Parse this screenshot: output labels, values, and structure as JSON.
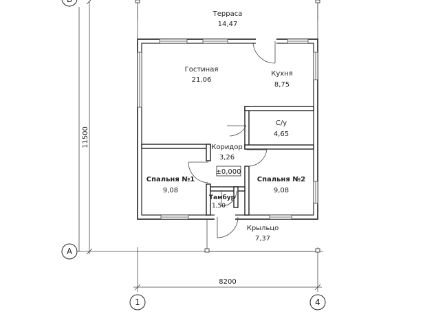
{
  "rooms": [
    {
      "id": "terrace",
      "name": "Терраса",
      "area": "14,47"
    },
    {
      "id": "living",
      "name": "Гостиная",
      "area": "21,06"
    },
    {
      "id": "kitchen",
      "name": "Кухня",
      "area": "8,75"
    },
    {
      "id": "bath",
      "name": "С/у",
      "area": "4,65"
    },
    {
      "id": "corridor",
      "name": "Коридор",
      "area": "3,26"
    },
    {
      "id": "bedroom1",
      "name": "Спальня №1",
      "area": "9,08"
    },
    {
      "id": "bedroom2",
      "name": "Спальня №2",
      "area": "9,08"
    },
    {
      "id": "vestibule",
      "name": "Тамбур",
      "area": "1,50"
    },
    {
      "id": "porch",
      "name": "Крыльцо",
      "area": "7,37"
    }
  ],
  "level_mark": "±0,000",
  "dimensions": {
    "width": "8200",
    "height": "11500"
  },
  "axes": {
    "vertical_1": "1",
    "vertical_4": "4",
    "horizontal_a": "A",
    "horizontal_top": "Б"
  }
}
